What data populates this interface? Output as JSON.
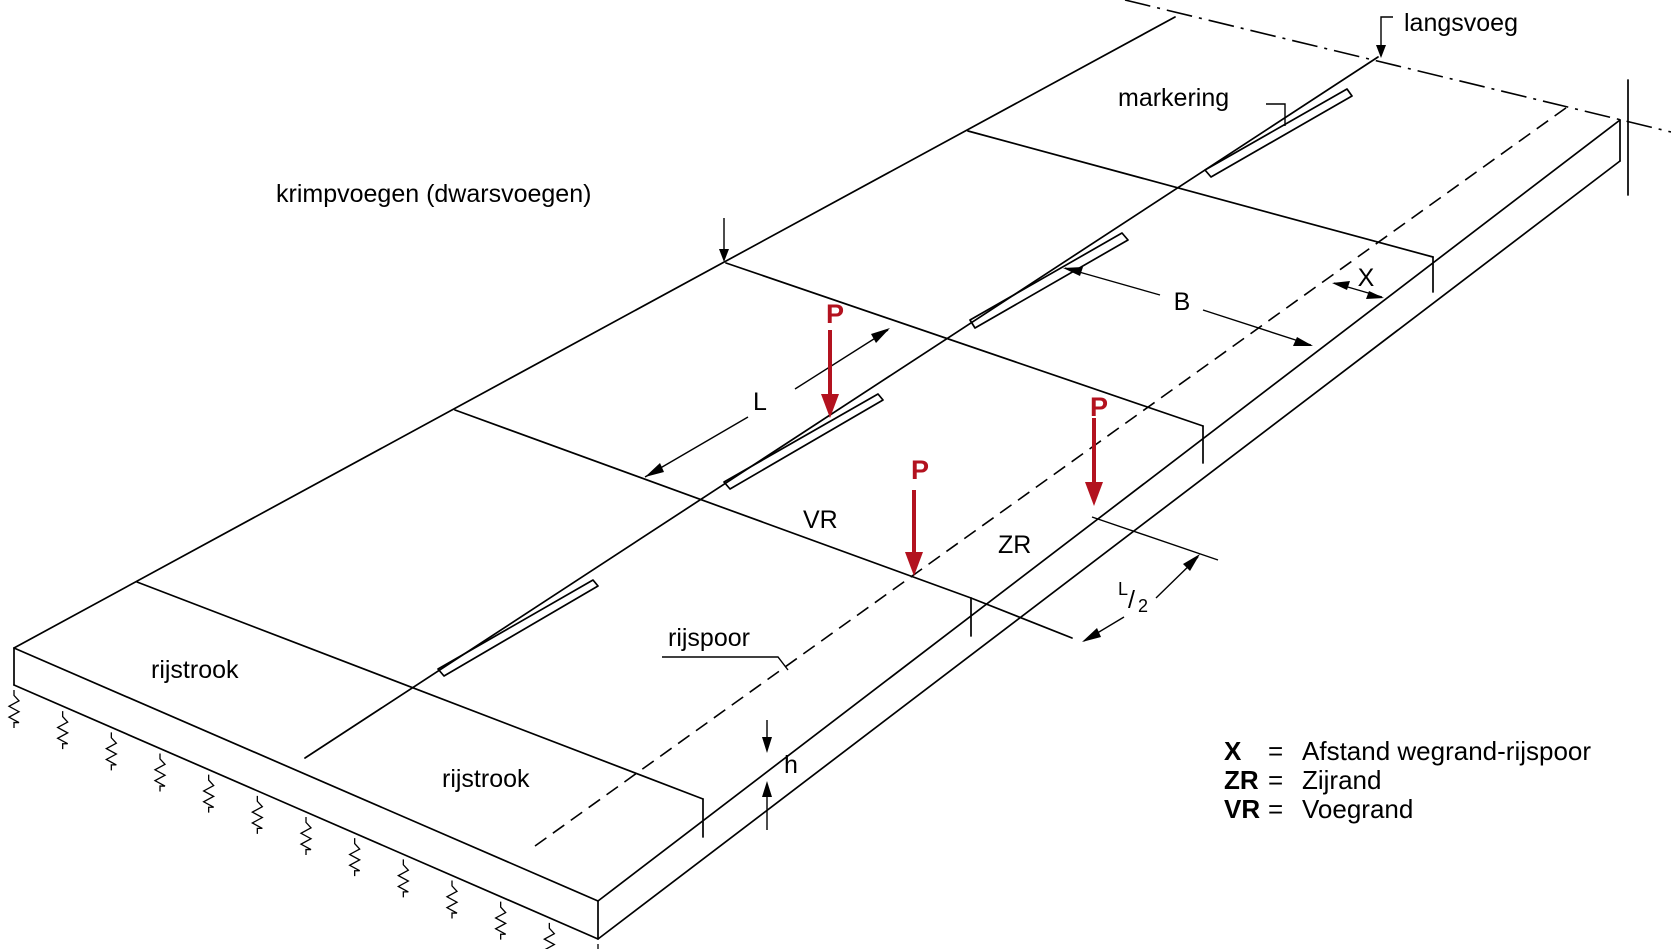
{
  "labels": {
    "langsvoeg": "langsvoeg",
    "markering": "markering",
    "krimpvoegen": "krimpvoegen (dwarsvoegen)",
    "rijstrook_1": "rijstrook",
    "rijstrook_2": "rijstrook",
    "rijspoor": "rijspoor",
    "L": "L",
    "B": "B",
    "X": "X",
    "VR": "VR",
    "ZR": "ZR",
    "h": "h",
    "half_num": "L",
    "half_slash": "/",
    "half_den": "2"
  },
  "loads": [
    "P",
    "P",
    "P"
  ],
  "legend": [
    {
      "key": "X",
      "eq": "=",
      "value": "Afstand wegrand-rijspoor"
    },
    {
      "key": "ZR",
      "eq": "=",
      "value": "Zijrand"
    },
    {
      "key": "VR",
      "eq": "=",
      "value": "Voegrand"
    }
  ],
  "colors": {
    "load": "#b3121f",
    "line": "#000000"
  }
}
